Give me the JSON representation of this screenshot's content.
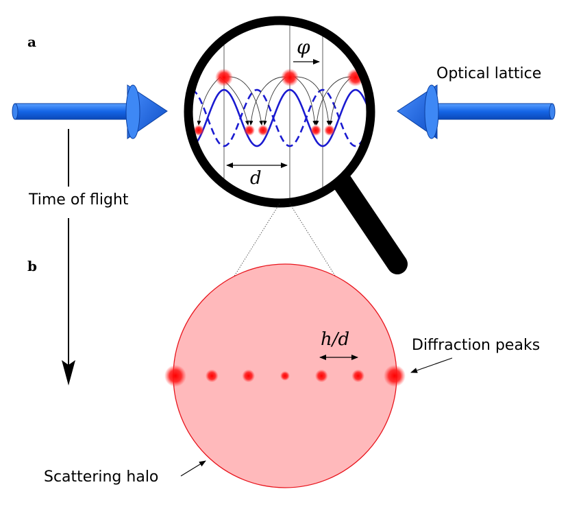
{
  "labels": {
    "panel_a": "a",
    "panel_b": "b",
    "optical_lattice": "Optical lattice",
    "time_of_flight": "Time of flight",
    "phase_symbol": "φ",
    "spacing_symbol": "d",
    "momentum_spacing": "h/d",
    "diffraction_peaks": "Diffraction peaks",
    "scattering_halo": "Scattering halo"
  },
  "colors": {
    "beam": "#1565e6",
    "beam_dark": "#0b3fa0",
    "wave": "#1a1ad0",
    "atom": "#ff1a1a",
    "halo_fill": "#ffb9bb",
    "halo_stroke": "#e8141c",
    "lens_frame": "#000000"
  },
  "icons": {
    "magnifier": "magnifying-glass-icon",
    "beam_left": "laser-beam-arrow-right-icon",
    "beam_right": "laser-beam-arrow-left-icon"
  },
  "diffraction_peaks": {
    "count": 7,
    "relative_weights": [
      1.0,
      0.45,
      0.45,
      0.25,
      0.45,
      0.45,
      1.0
    ]
  }
}
